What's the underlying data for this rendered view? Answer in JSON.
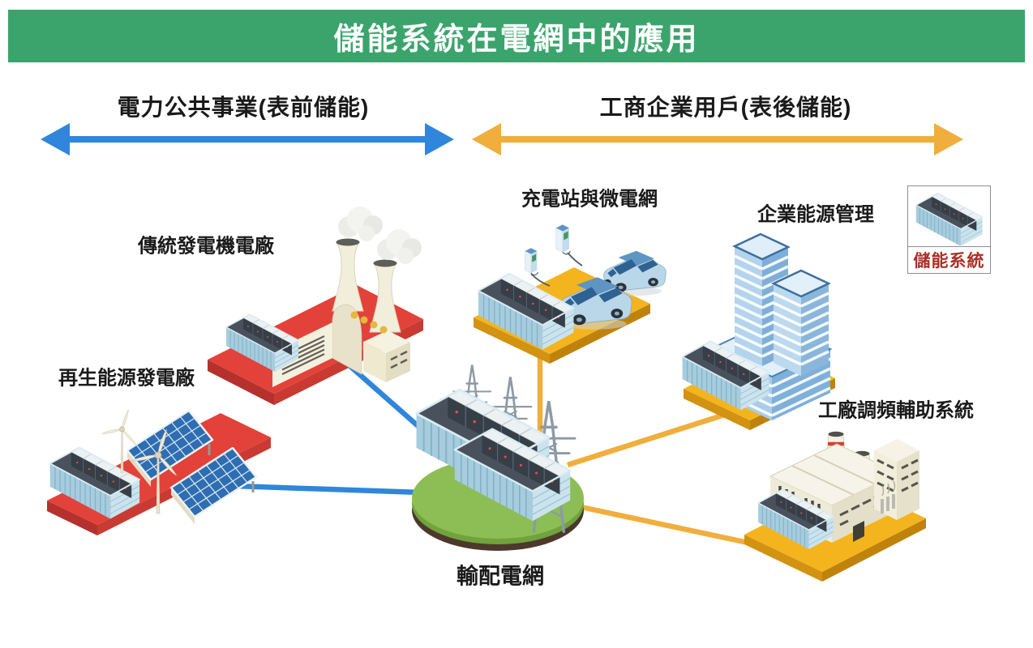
{
  "title": "儲能系統在電網中的應用",
  "axes": {
    "utility": {
      "label": "電力公共事業(表前儲能)",
      "color": "#2F86DB"
    },
    "commercial": {
      "label": "工商企業用戶(表後儲能)",
      "color": "#F0AE3C"
    }
  },
  "nodes": {
    "traditional_plant": {
      "label": "傳統發電機電廠"
    },
    "renewable_plant": {
      "label": "再生能源發電廠"
    },
    "charging_station": {
      "label": "充電站與微電網"
    },
    "enterprise_energy": {
      "label": "企業能源管理"
    },
    "factory_frequency": {
      "label": "工廠調頻輔助系統"
    },
    "grid": {
      "label": "輸配電網"
    }
  },
  "legend": {
    "label": "儲能系統",
    "color": "#A93127"
  },
  "colors": {
    "header_green": "#3BA46C",
    "utility_blue": "#2F86DB",
    "commercial_amber": "#F0AE3C",
    "platform_red": "#E2423A",
    "platform_yellow": "#F4B41E",
    "grid_green": "#8DBE55",
    "text": "#1A1A1A"
  }
}
